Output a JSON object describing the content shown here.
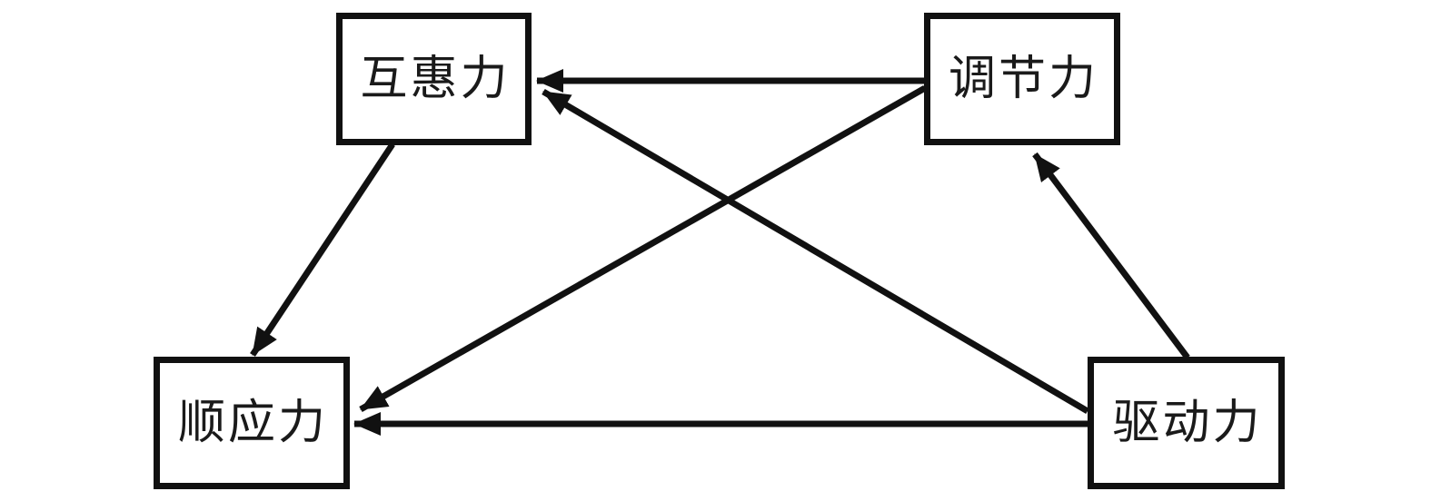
{
  "diagram": {
    "background_color": "#ffffff",
    "line_color": "#111111",
    "nodes": [
      {
        "id": "huhui",
        "label": "互惠力",
        "position": "top-left"
      },
      {
        "id": "tiaojie",
        "label": "调节力",
        "position": "top-right"
      },
      {
        "id": "shunying",
        "label": "顺应力",
        "position": "bottom-left"
      },
      {
        "id": "qudong",
        "label": "驱动力",
        "position": "bottom-right"
      }
    ],
    "edges": [
      {
        "from": "调节力",
        "to": "互惠力",
        "direction": "single"
      },
      {
        "from": "驱动力",
        "to": "互惠力",
        "direction": "single"
      },
      {
        "from": "调节力",
        "to": "顺应力",
        "direction": "single"
      },
      {
        "from": "驱动力",
        "to": "顺应力",
        "direction": "single"
      },
      {
        "from": "互惠力",
        "to": "顺应力",
        "direction": "single"
      },
      {
        "from": "驱动力",
        "to": "调节力",
        "direction": "single"
      }
    ]
  }
}
